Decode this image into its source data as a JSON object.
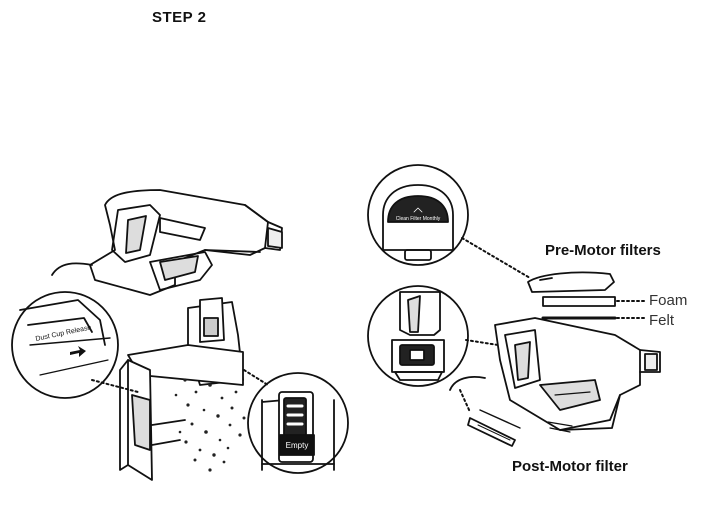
{
  "step_title": "STEP 2",
  "labels": {
    "pre_motor_filters": "Pre-Motor filters",
    "foam": "Foam",
    "felt": "Felt",
    "post_motor_filter": "Post-Motor filter"
  },
  "callout_text": {
    "dust_cup_release": "Dust Cup Release",
    "clean_filter_monthly": "Clean Filter Monthly",
    "empty": "Empty"
  }
}
